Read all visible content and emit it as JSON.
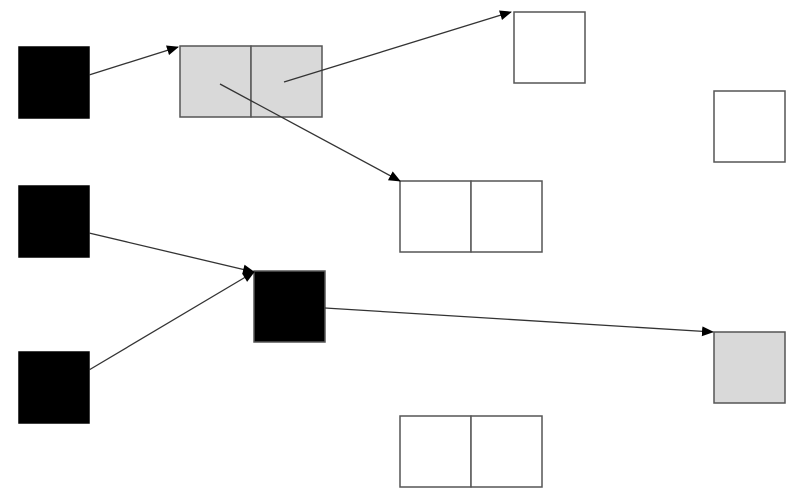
{
  "colors": {
    "background": "#ffffff",
    "root_fill": "#000000",
    "gray_fill": "#d9d9d9",
    "white_fill": "#ffffff",
    "box_stroke": "#555555",
    "edge_stroke": "#333333",
    "arrowhead": "#000000"
  },
  "nodes": [
    {
      "id": "root-a",
      "kind": "root",
      "cells": 1,
      "fill": "root_fill"
    },
    {
      "id": "root-b",
      "kind": "root",
      "cells": 1,
      "fill": "root_fill"
    },
    {
      "id": "root-c",
      "kind": "root",
      "cells": 1,
      "fill": "root_fill"
    },
    {
      "id": "pair-gray",
      "kind": "object",
      "cells": 2,
      "fill": "gray_fill"
    },
    {
      "id": "single-top",
      "kind": "object",
      "cells": 1,
      "fill": "white_fill"
    },
    {
      "id": "single-right",
      "kind": "object",
      "cells": 1,
      "fill": "white_fill"
    },
    {
      "id": "pair-middle",
      "kind": "object",
      "cells": 2,
      "fill": "white_fill"
    },
    {
      "id": "black-center",
      "kind": "object",
      "cells": 1,
      "fill": "root_fill"
    },
    {
      "id": "single-gray",
      "kind": "object",
      "cells": 1,
      "fill": "gray_fill"
    },
    {
      "id": "pair-bottom",
      "kind": "object",
      "cells": 2,
      "fill": "white_fill"
    }
  ],
  "edges": [
    {
      "from": "root-a",
      "to": "pair-gray"
    },
    {
      "from": "pair-gray",
      "to": "single-top"
    },
    {
      "from": "pair-gray",
      "to": "pair-middle"
    },
    {
      "from": "root-b",
      "to": "black-center"
    },
    {
      "from": "root-c",
      "to": "black-center"
    },
    {
      "from": "black-center",
      "to": "single-gray"
    }
  ]
}
